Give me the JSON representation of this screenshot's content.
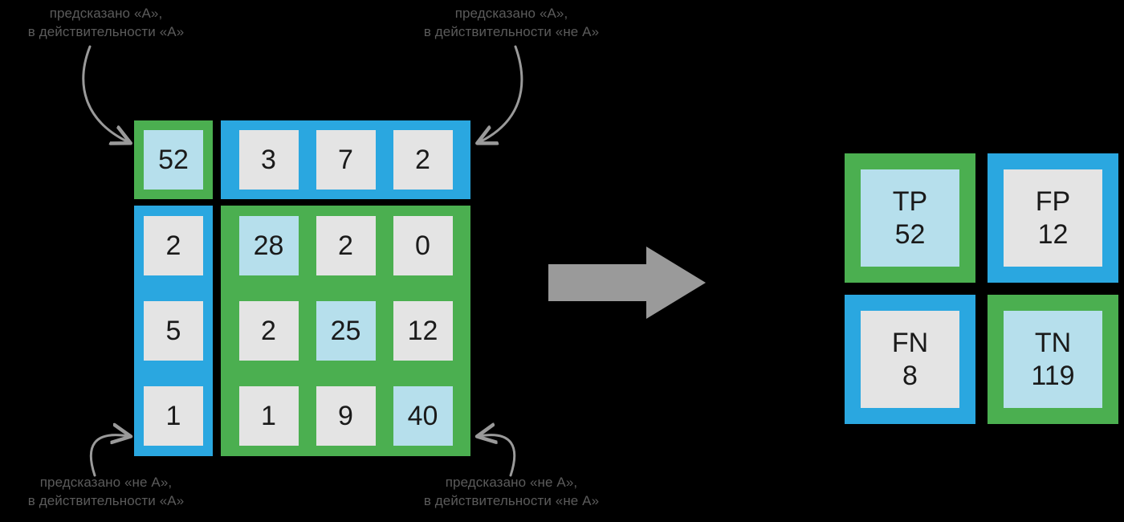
{
  "colors": {
    "background": "#000000",
    "green": "#4baf50",
    "blue": "#2aa7e0",
    "cell_grey": "#e4e4e4",
    "cell_light_blue": "#b6dfec",
    "caption_grey": "#5b5b5b",
    "arrow_grey": "#9a9a9a",
    "digit_black": "#1a1a1a"
  },
  "captions": {
    "top_left": "предсказано «А»,\nв действительности «А»",
    "top_right": "предсказано «А»,\nв действительности «не А»",
    "bottom_left": "предсказано «не А»,\nв действительности «А»",
    "bottom_right": "предсказано «не А»,\nв действительности «не А»"
  },
  "left_matrix": {
    "tp_block": {
      "region": "green",
      "cells": [
        {
          "value": "52",
          "fill": "light"
        }
      ]
    },
    "fp_block": {
      "region": "blue",
      "cells": [
        {
          "value": "3",
          "fill": "grey"
        },
        {
          "value": "7",
          "fill": "grey"
        },
        {
          "value": "2",
          "fill": "grey"
        }
      ]
    },
    "fn_block": {
      "region": "blue",
      "cells": [
        {
          "value": "2",
          "fill": "grey"
        },
        {
          "value": "5",
          "fill": "grey"
        },
        {
          "value": "1",
          "fill": "grey"
        }
      ]
    },
    "tn_block": {
      "region": "green",
      "cells": [
        {
          "value": "28",
          "fill": "light"
        },
        {
          "value": "2",
          "fill": "grey"
        },
        {
          "value": "0",
          "fill": "grey"
        },
        {
          "value": "2",
          "fill": "grey"
        },
        {
          "value": "25",
          "fill": "light"
        },
        {
          "value": "12",
          "fill": "grey"
        },
        {
          "value": "1",
          "fill": "grey"
        },
        {
          "value": "9",
          "fill": "grey"
        },
        {
          "value": "40",
          "fill": "light"
        }
      ]
    }
  },
  "transform_arrow": {
    "icon": "right-arrow-icon",
    "direction": "right"
  },
  "right_matrix": {
    "cells": [
      {
        "label": "TP",
        "value": "52",
        "region": "green",
        "fill": "light"
      },
      {
        "label": "FP",
        "value": "12",
        "region": "blue",
        "fill": "grey"
      },
      {
        "label": "FN",
        "value": "8",
        "region": "blue",
        "fill": "grey"
      },
      {
        "label": "TN",
        "value": "119",
        "region": "green",
        "fill": "light"
      }
    ]
  },
  "annotation_arrows": [
    {
      "name": "arrow-top-left",
      "from": "caption top-left",
      "to": "tp-block"
    },
    {
      "name": "arrow-top-right",
      "from": "caption top-right",
      "to": "fp-block"
    },
    {
      "name": "arrow-bottom-left",
      "from": "caption bottom-left",
      "to": "fn-block"
    },
    {
      "name": "arrow-bottom-right",
      "from": "caption bottom-right",
      "to": "tn-block"
    }
  ]
}
